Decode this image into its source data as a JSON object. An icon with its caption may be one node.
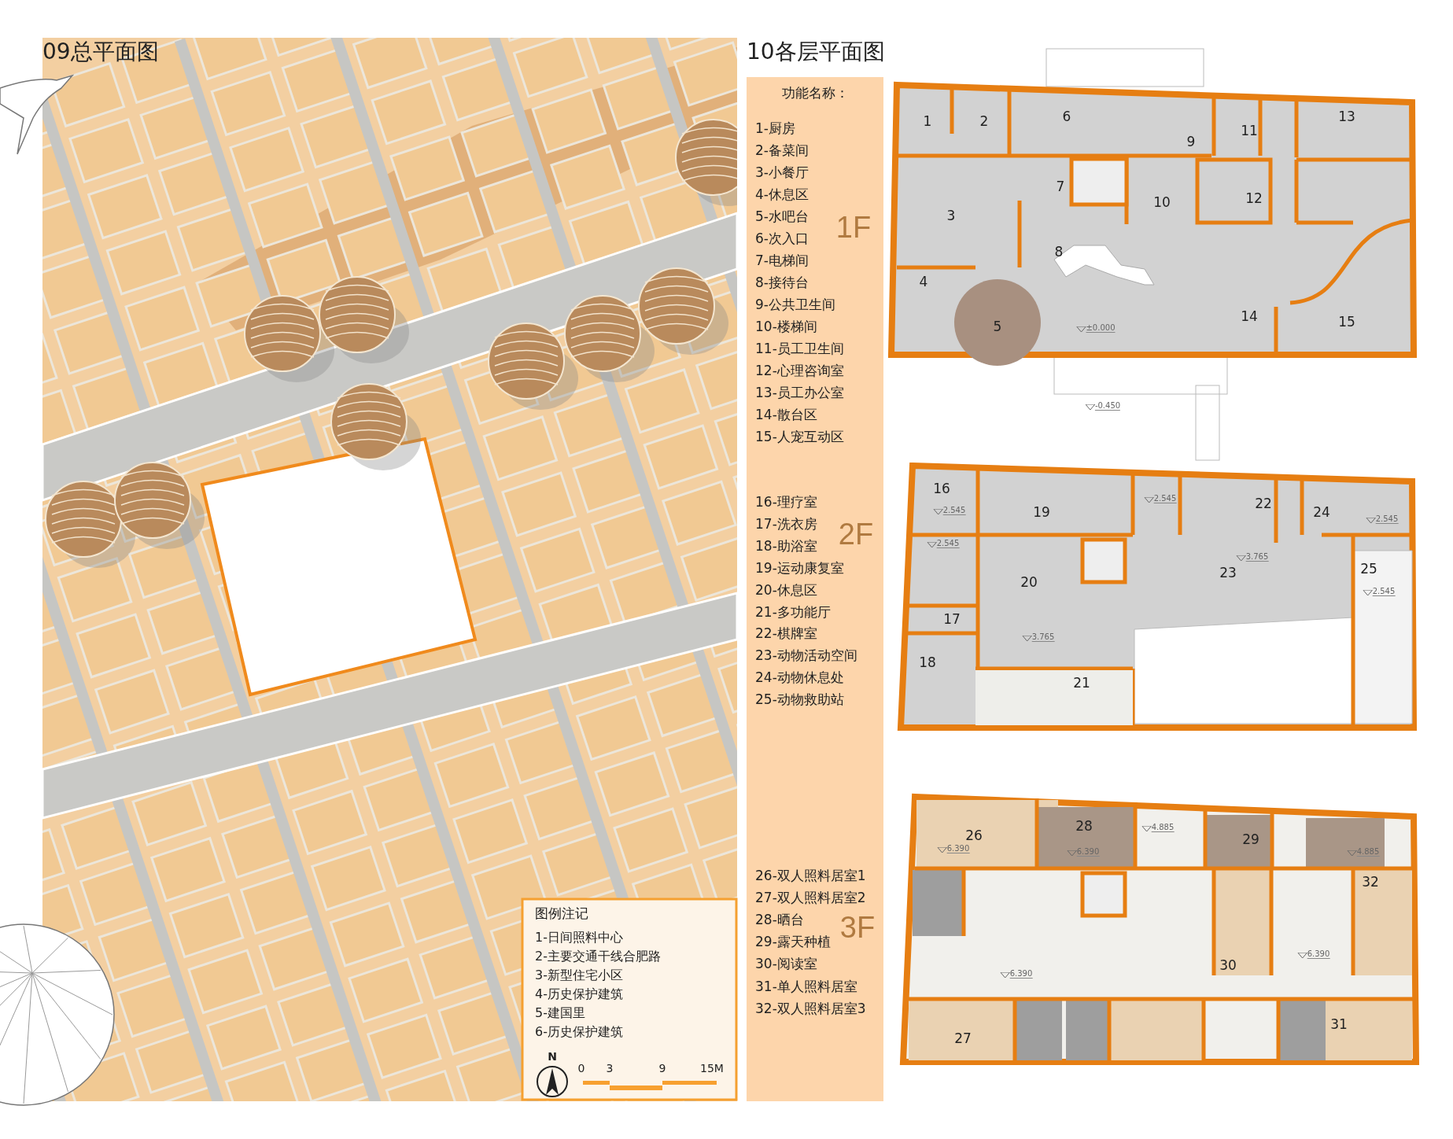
{
  "diagram": {
    "labels": [
      "09总平面图",
      "10各层平面图",
      "功能名称：",
      "1-厨房",
      "2-备菜间",
      "3-小餐厅",
      "4-休息区",
      "5-水吧台",
      "6-次入口",
      "7-电梯间",
      "8-接待台",
      "9-公共卫生间",
      "10-楼梯间",
      "11-员工卫生间",
      "12-心理咨询室",
      "13-员工办公室",
      "14-散台区",
      "15-人宠互动区",
      "1F",
      "16-理疗室",
      "17-洗衣房",
      "18-助浴室",
      "19-运动康复室",
      "20-休息区",
      "21-多功能厅",
      "22-棋牌室",
      "23-动物活动空间",
      "24-动物休息处",
      "25-动物救助站",
      "2F",
      "26-双人照料居室1",
      "27-双人照料居室2",
      "28-晒台",
      "29-露天种植",
      "30-阅读室",
      "31-单人照料居室",
      "32-双人照料居室3",
      "3F",
      "1",
      "2",
      "3",
      "4",
      "5",
      "6",
      "7",
      "8",
      "9",
      "10",
      "11",
      "12",
      "13",
      "14",
      "15",
      "±0.000",
      "-0.450",
      "16",
      "17",
      "18",
      "19",
      "20",
      "21",
      "22",
      "23",
      "24",
      "25",
      "2.545",
      "2.545",
      "2.545",
      "3.765",
      "2.545",
      "2.545",
      "3.765",
      "26",
      "27",
      "28",
      "29",
      "30",
      "31",
      "32",
      "6.390",
      "6.390",
      "4.885",
      "4.885",
      "6.390",
      "6.390",
      "图例注记",
      "1-日间照料中心",
      "2-主要交通干线合肥路",
      "3-新型住宅小区",
      "4-历史保护建筑",
      "5-建国里",
      "6-历史保护建筑",
      "N",
      "0",
      "3",
      "9",
      "15M"
    ]
  }
}
